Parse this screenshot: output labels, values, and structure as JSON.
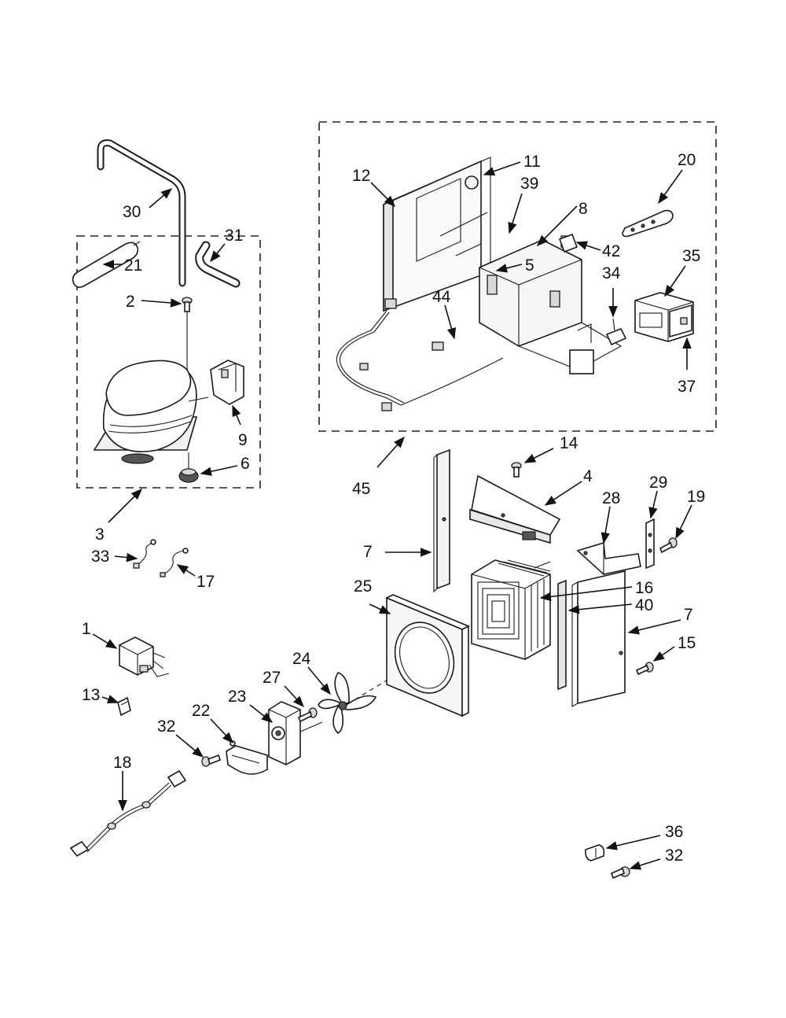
{
  "diagram": {
    "callouts": [
      "1",
      "2",
      "3",
      "4",
      "5",
      "6",
      "7",
      "7",
      "8",
      "9",
      "11",
      "12",
      "13",
      "14",
      "15",
      "16",
      "17",
      "18",
      "19",
      "20",
      "21",
      "22",
      "23",
      "24",
      "25",
      "27",
      "28",
      "29",
      "30",
      "31",
      "32",
      "32",
      "33",
      "34",
      "35",
      "36",
      "37",
      "39",
      "40",
      "42",
      "44",
      "45"
    ]
  }
}
